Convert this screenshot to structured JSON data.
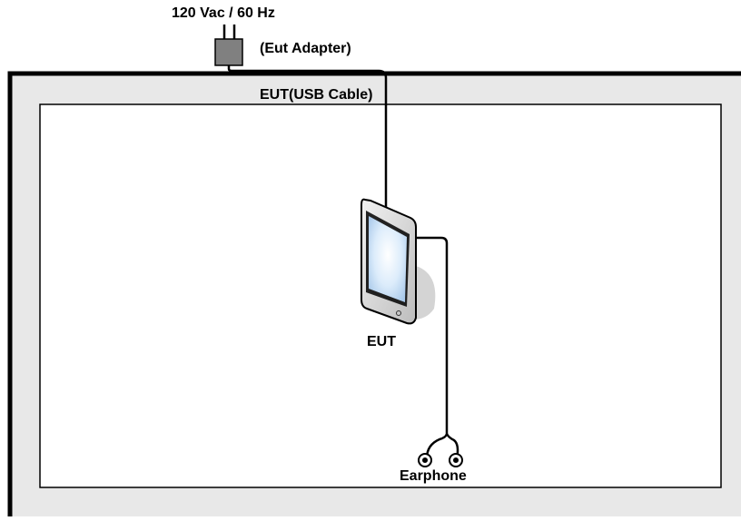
{
  "labels": {
    "power_source": "120 Vac / 60 Hz",
    "adapter": "(Eut Adapter)",
    "cable": "EUT(USB Cable)",
    "device": "EUT",
    "earphone": "Earphone"
  },
  "colors": {
    "table_fill": "#e8e8e8",
    "inner_fill": "#ffffff",
    "line": "#000000",
    "adapter_fill": "#808080",
    "device_frame": "#d8d8d8",
    "screen_fill": "#cfe3f6"
  }
}
